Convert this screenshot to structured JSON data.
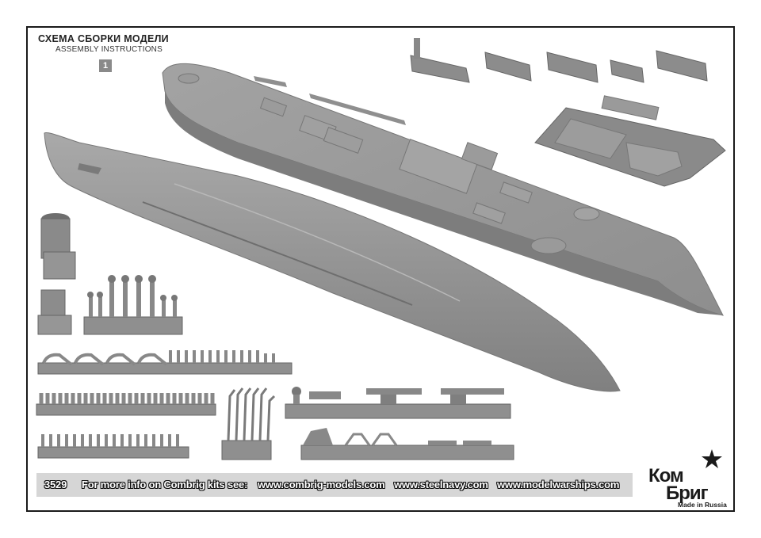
{
  "header": {
    "title_ru": "СХЕМА СБОРКИ МОДЕЛИ",
    "title_en": "ASSEMBLY INSTRUCTIONS",
    "step_number": "1"
  },
  "footer": {
    "kit_code": "3529",
    "info_text": "For more info on Combrig kits see:",
    "url_1": "www.combrig-models.com",
    "url_2": "www.steelnavy.com",
    "url_3": "www.modelwarships.com"
  },
  "brand": {
    "line_1": "Ком",
    "line_2": "Бриг",
    "made_in": "Made in Russia"
  },
  "colors": {
    "resin_gray": "#8c8c8c",
    "resin_light": "#a8a8a8",
    "resin_dark": "#6e6e6e",
    "border": "#1a1a1a",
    "footer_bar": "#d6d6d6"
  }
}
